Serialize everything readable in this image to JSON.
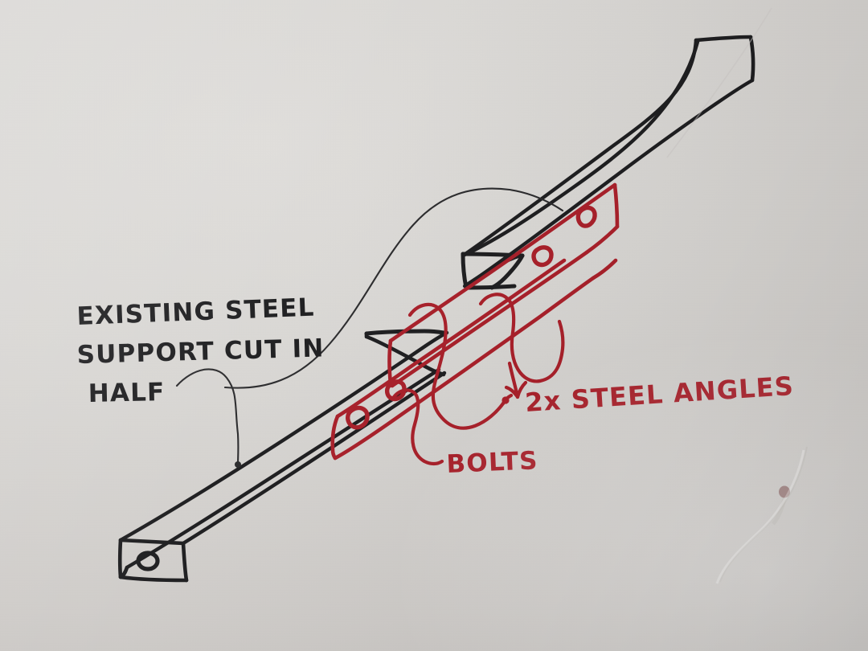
{
  "document": {
    "kind": "hand-drawn-sketch",
    "medium": "black and red marker on grey paper",
    "subject": "Steel beam splice repair detail",
    "background_color": "#d6d4d1"
  },
  "ink": {
    "black": "#1d1d1f",
    "red": "#a81f29"
  },
  "annotations": [
    {
      "id": "existing-steel-support",
      "color_name": "black",
      "color": "#1d1d1f",
      "lines": [
        "EXISTING STEEL",
        "SUPPORT CUT IN",
        "HALF"
      ],
      "line1": "EXISTING STEEL",
      "line2": "SUPPORT CUT IN",
      "line3": "HALF",
      "leader": "S-curve from label to cut ends of beam"
    },
    {
      "id": "steel-angles",
      "color_name": "red",
      "color": "#a81f29",
      "text": "2x STEEL ANGLES",
      "leader": "two hooked curves to upper and lower angle plates"
    },
    {
      "id": "bolts",
      "color_name": "red",
      "color": "#a81f29",
      "text": "BOLTS",
      "leader": "curve to bolt holes in lower angle plate"
    }
  ],
  "parts": {
    "beam": {
      "name": "Existing steel support",
      "description": "Rectangular hollow section running lower-left to upper-right, cut in half near centre",
      "color": "#1d1d1f",
      "halves": 2,
      "lower_end_face": {
        "visible": true,
        "hole_count": 1
      },
      "upper_end_face": {
        "visible": false,
        "hole_count": 0
      },
      "cut_faces_visible": 2
    },
    "angle_plates": {
      "name": "2x steel angles",
      "count": 2,
      "color": "#a81f29",
      "bolt_holes_per_plate": 2,
      "bolt_holes_total": 4,
      "placement": "bolted across the cut, one above and one below the splice"
    },
    "bolts": {
      "name": "Bolts",
      "count": 4,
      "color": "#a81f29",
      "symbol": "small polygon hole"
    }
  },
  "marks": {
    "smudge": {
      "present": true,
      "color": "#8e6a68",
      "note": "small ink dot near lower right"
    },
    "crease": {
      "present": true,
      "note": "faint paper fold at right edge"
    }
  }
}
